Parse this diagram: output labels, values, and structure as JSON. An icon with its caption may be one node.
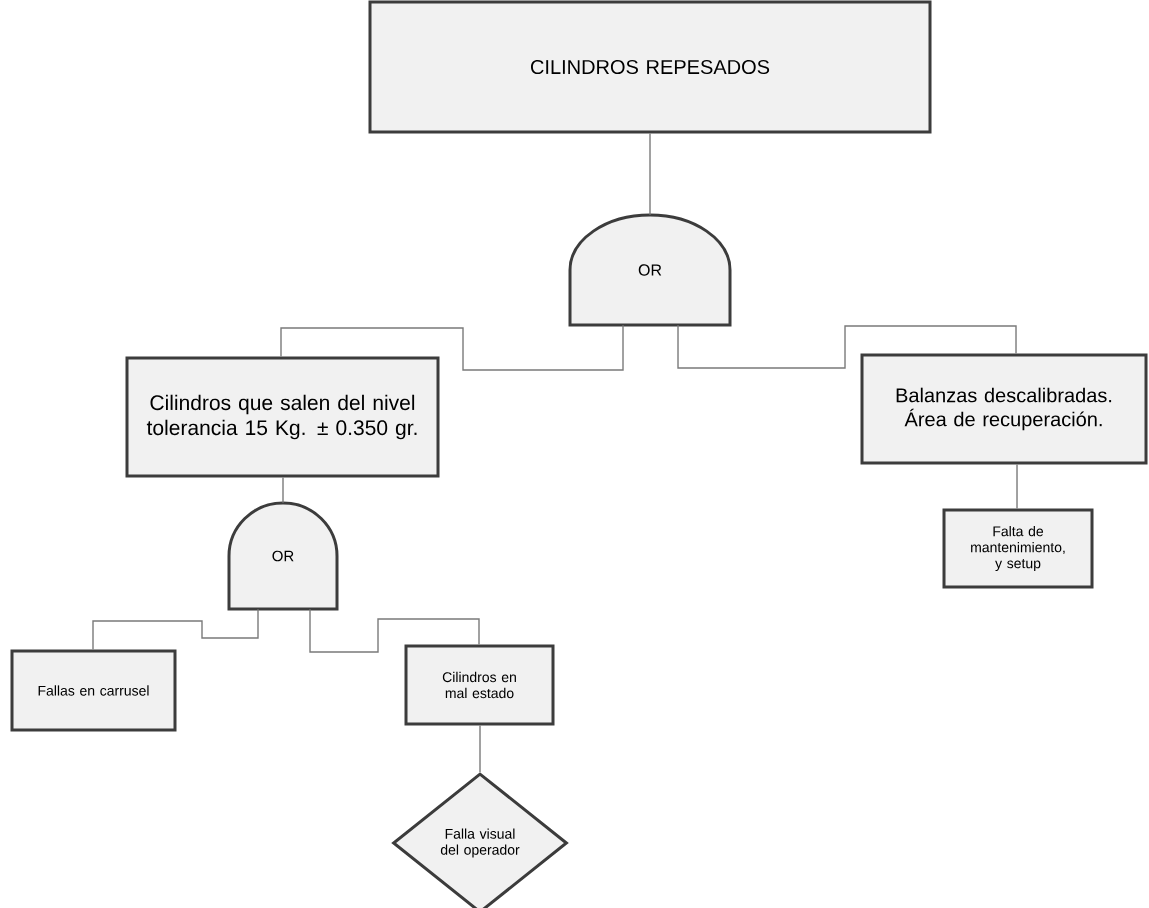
{
  "diagram": {
    "nodes": [
      {
        "text": [
          "CILINDROS REPESADOS"
        ]
      },
      {
        "text": [
          "OR"
        ]
      },
      {
        "text": [
          "Cilindros que salen del nivel tolerancia 15 Kg. ± 0.350 gr."
        ]
      },
      {
        "text": [
          "Balanzas descalibradas. Área de recuperación."
        ]
      },
      {
        "text": [
          "OR"
        ]
      },
      {
        "text": [
          "Fallas en carrusel"
        ]
      },
      {
        "text": [
          "Cilindros en mal estado"
        ]
      },
      {
        "text": [
          "Falta de mantenimiento, y setup"
        ]
      },
      {
        "text": [
          "Falla visual del operador"
        ]
      }
    ],
    "edges": [
      {
        "from": 0,
        "to": 1,
        "arrow": "none"
      },
      {
        "from": 1,
        "to": 2,
        "arrow": "none"
      },
      {
        "from": 1,
        "to": 3,
        "arrow": "none"
      },
      {
        "from": 2,
        "to": 4,
        "arrow": "none"
      },
      {
        "from": 4,
        "to": 5,
        "arrow": "none"
      },
      {
        "from": 4,
        "to": 6,
        "arrow": "none"
      },
      {
        "from": 3,
        "to": 7,
        "arrow": "none"
      },
      {
        "from": 6,
        "to": 8,
        "arrow": "none"
      }
    ]
  }
}
